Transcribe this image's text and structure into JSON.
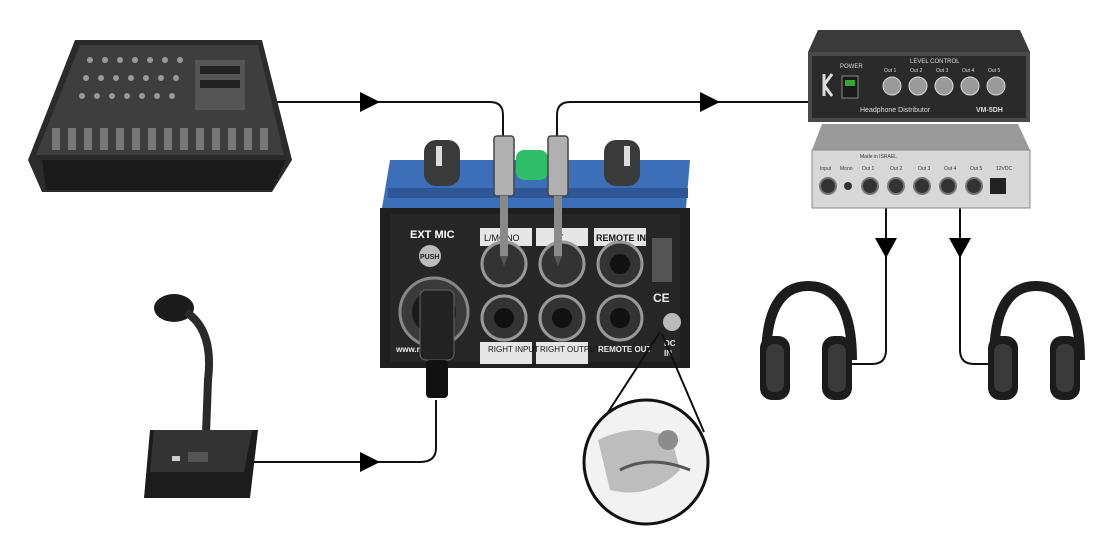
{
  "device": {
    "ext_mic_label": "EXT MIC",
    "push_label": "PUSH",
    "jack_labels": [
      "L/MONO",
      "T",
      "REMOTE IN",
      "RIGHT INPUT",
      "RIGHT OUTPUT",
      "REMOTE OUT"
    ],
    "website": "www.r...s.com",
    "ce_mark": "CE",
    "side_labels": [
      "DC",
      "IN"
    ]
  },
  "distributor": {
    "power_label": "POWER",
    "level_control_label": "LEVEL CONTROL",
    "outs": [
      "Out 1",
      "Out 2",
      "Out 3",
      "Out 4",
      "Out 5"
    ],
    "name": "Headphone Distributor",
    "model": "VM-5DH",
    "back_labels": [
      "Input",
      "Mono",
      "Out 1",
      "Out 2",
      "Out 3",
      "Out 4",
      "Out 5",
      "12VDC"
    ],
    "made_in": "Made in ISRAEL"
  },
  "colors": {
    "device_blue": "#3d6fb8",
    "device_body": "#1f1f1f",
    "wire": "#111111",
    "arrow": "#000000",
    "button_green": "#2fbf6a"
  }
}
